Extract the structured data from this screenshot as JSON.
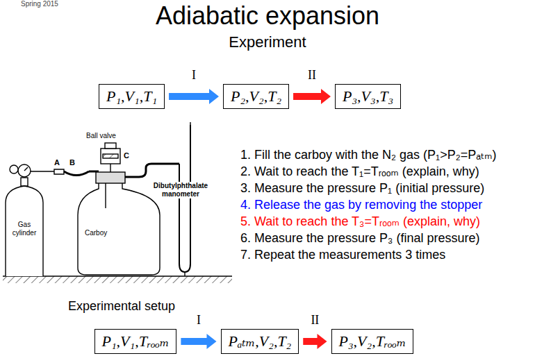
{
  "diagram": {
    "title": "Adiabatic expansion",
    "nodes": [
      {
        "text": [
          "P₁,V₁,T₁"
        ]
      },
      {
        "text": [
          "P₂,V₂,T₂"
        ]
      },
      {
        "text": [
          "P₃,V₃,T₃"
        ]
      },
      {
        "text": [
          "P₁,V₁,Tᵣₒₒₘ"
        ]
      },
      {
        "text": [
          "Pₐₜₘ,V₂,T₂"
        ]
      },
      {
        "text": [
          "P₃,V₂,Tᵣₒₒₘ"
        ]
      }
    ],
    "edges": [
      {
        "from": 0,
        "to": 1,
        "arrow": "to",
        "label": "I"
      },
      {
        "from": 1,
        "to": 2,
        "arrow": "to",
        "label": "II"
      },
      {
        "from": 3,
        "to": 4,
        "arrow": "to",
        "label": "I"
      },
      {
        "from": 4,
        "to": 5,
        "arrow": "to",
        "label": "II"
      }
    ],
    "labels": [
      "Spring 2015",
      "Experiment",
      "1. Fill the carboy with the N₂ gas (P₁>P₂=Pₐₜₘ)",
      "2. Wait to reach the T₁=Tᵣₒₒₘ (explain, why)",
      "3. Measure the pressure P₁ (initial pressure)",
      "4. Release the gas by removing the stopper",
      "5. Wait to reach the T₃=Tᵣₒₒₘ (explain, why)",
      "6. Measure the pressure P₃ (final pressure)",
      "7. Repeat the measurements 3 times",
      "Experimental setup",
      "Ball valve",
      "C",
      "A",
      "B",
      "Gas cylinder",
      "Carboy",
      "Dibutylphthalate manometer"
    ]
  }
}
